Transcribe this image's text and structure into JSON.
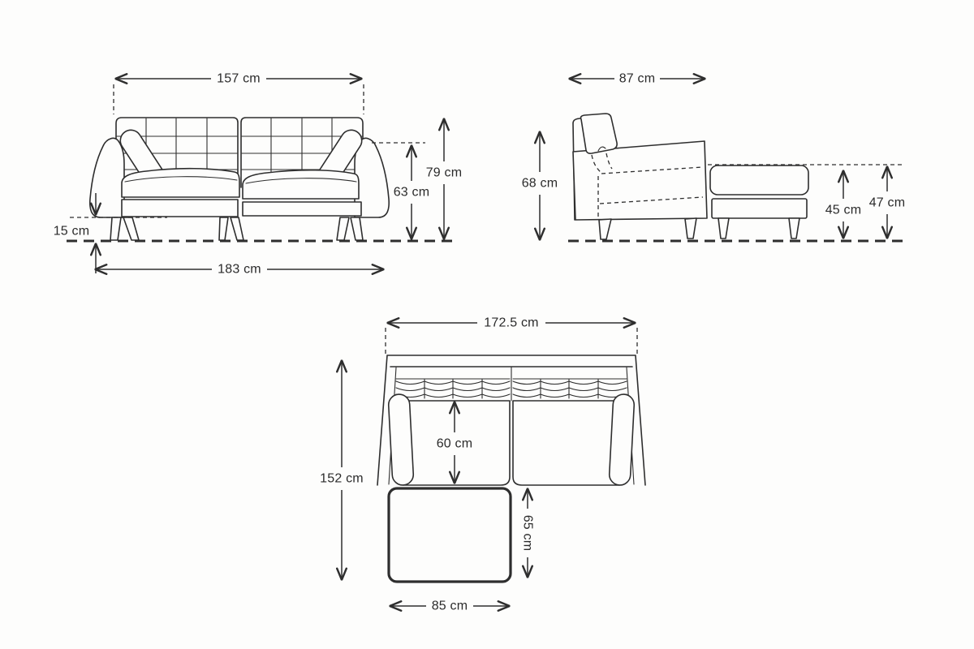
{
  "colors": {
    "line": "#2e2e2e",
    "text": "#2b2b2b",
    "background": "#fdfdfc"
  },
  "views": {
    "front": {
      "dims": {
        "back_width": "157 cm",
        "total_height": "79 cm",
        "arm_height": "63 cm",
        "base_clearance": "15 cm",
        "total_width": "183 cm"
      }
    },
    "side": {
      "dims": {
        "total_depth": "87 cm",
        "back_height": "68 cm",
        "footstool_cushion_height": "45 cm",
        "footstool_height": "47 cm"
      }
    },
    "top": {
      "dims": {
        "frame_width": "172.5 cm",
        "total_depth": "152 cm",
        "seat_depth": "60 cm",
        "footstool_depth": "65 cm",
        "footstool_width": "85 cm"
      }
    }
  }
}
